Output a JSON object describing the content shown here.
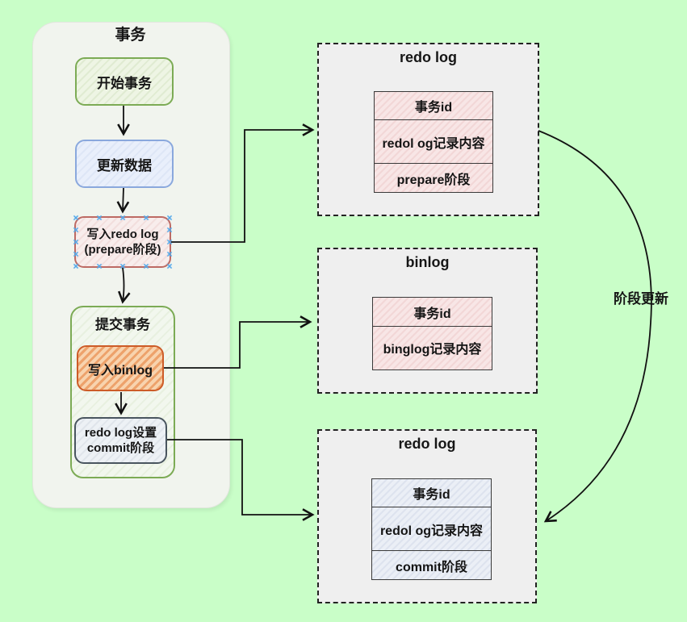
{
  "colors": {
    "background": "#c9fec8",
    "group_fill": "#f1f4ee",
    "green_border": "#7cab55",
    "blue_border": "#8aa8dd",
    "red_border": "#bd6a64",
    "orange_border": "#cd5c28",
    "slate_border": "#49555f",
    "handle": "#54a8ea",
    "panel_fill": "#efefef",
    "pink_row": "#f8e6e6",
    "blue_row": "#ebeff6",
    "ink": "#161616"
  },
  "flow": {
    "title": "事务",
    "start_label": "开始事务",
    "update_label": "更新数据",
    "prepare_line1": "写入redo log",
    "prepare_line2": "(prepare阶段)",
    "commit_group_label": "提交事务",
    "write_binlog_label": "写入binlog",
    "set_commit_line1": "redo log设置",
    "set_commit_line2": "commit阶段"
  },
  "panels": [
    {
      "title": "redo log",
      "rows": [
        "事务id",
        "redol og记录内容",
        "prepare阶段"
      ]
    },
    {
      "title": "binlog",
      "rows": [
        "事务id",
        "binglog记录内容"
      ]
    },
    {
      "title": "redo log",
      "rows": [
        "事务id",
        "redol og记录内容",
        "commit阶段"
      ]
    }
  ],
  "annotations": {
    "phase_update_label": "阶段更新"
  }
}
